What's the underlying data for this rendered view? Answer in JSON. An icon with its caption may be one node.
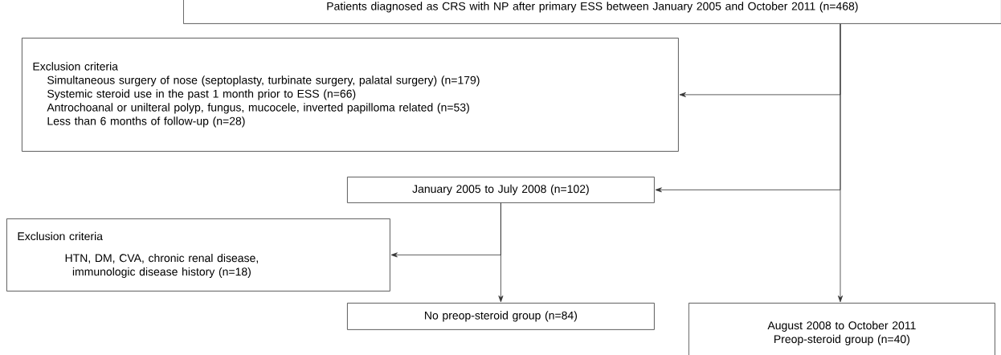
{
  "diagram": {
    "nodes": [
      {
        "text": [
          "Patients diagnosed as CRS with NP after primary ESS between January 2005 and October 2011 (n=468)"
        ]
      },
      {
        "text": [
          "Exclusion criteria",
          "Simultaneous surgery of nose (septoplasty, turbinate surgery, palatal surgery) (n=179)",
          "Systemic steroid use in the past 1 month prior to ESS (n=66)",
          "Antrochoanal or unilteral polyp, fungus, mucocele, inverted papilloma related (n=53)",
          "Less than 6 months of follow-up (n=28)"
        ]
      },
      {
        "text": [
          "January 2005 to July 2008 (n=102)"
        ]
      },
      {
        "text": [
          "Exclusion criteria",
          "HTN, DM, CVA, chronic renal disease, immunologic disease history (n=18)"
        ]
      },
      {
        "text": [
          "No preop-steroid group (n=84)"
        ]
      },
      {
        "text": [
          "August 2008 to October 2011",
          "Preop-steroid group (n=40)"
        ]
      }
    ],
    "edges": [
      {
        "from": 0,
        "to": 1,
        "arrow": "to"
      },
      {
        "from": 0,
        "to": 2,
        "arrow": "to"
      },
      {
        "from": 0,
        "to": 5,
        "arrow": "to"
      },
      {
        "from": 2,
        "to": 3,
        "arrow": "to"
      },
      {
        "from": 2,
        "to": 4,
        "arrow": "to"
      }
    ]
  }
}
